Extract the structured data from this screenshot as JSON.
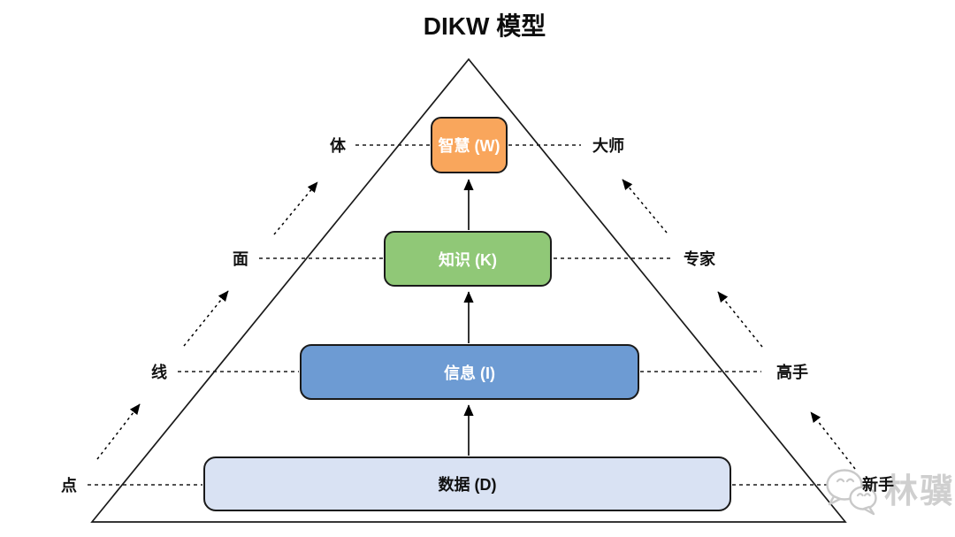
{
  "title": "DIKW 模型",
  "diagram": {
    "levels": [
      {
        "key": "wisdom",
        "box_label": "智慧 (W)",
        "fill": "#F9A65C",
        "left_label": "体",
        "right_label": "大师"
      },
      {
        "key": "knowledge",
        "box_label": "知识 (K)",
        "fill": "#90C877",
        "left_label": "面",
        "right_label": "专家"
      },
      {
        "key": "information",
        "box_label": "信息 (I)",
        "fill": "#6D9BD3",
        "left_label": "线",
        "right_label": "高手"
      },
      {
        "key": "data",
        "box_label": "数据 (D)",
        "fill": "#D9E2F3",
        "left_label": "点",
        "right_label": "新手"
      }
    ],
    "line_color": "#1a1a1a"
  },
  "watermark": {
    "text": "林骥",
    "icon": "wechat-chat-bubbles-icon",
    "color": "#cfcfcf"
  }
}
